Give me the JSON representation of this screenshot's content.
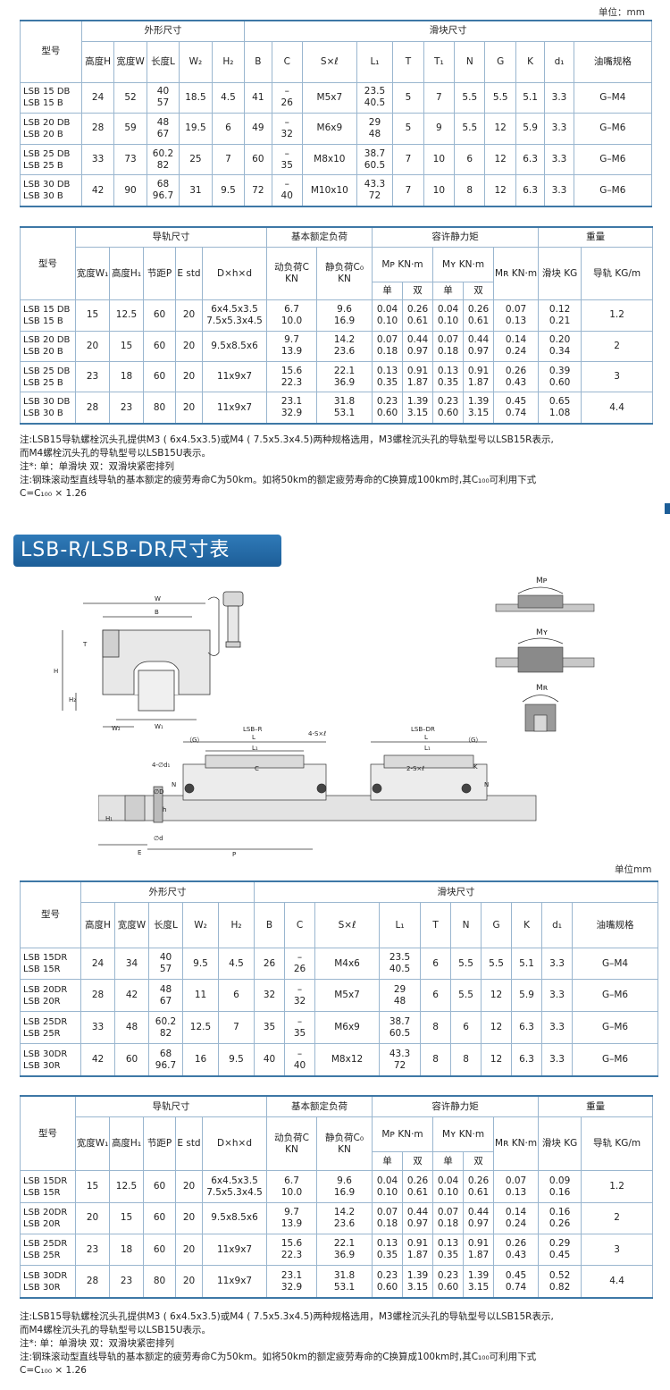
{
  "unit_top": "单位：mm",
  "unit_mid": "单位mm",
  "tables": {
    "t1": {
      "headers": {
        "model": "型号",
        "outer": "外形尺寸",
        "slider": "滑块尺寸",
        "H": "高度H",
        "W": "宽度W",
        "L": "长度L",
        "W2": "W₂",
        "H2": "H₂",
        "B": "B",
        "C": "C",
        "SxL": "S×ℓ",
        "L1": "L₁",
        "T": "T",
        "T1": "T₁",
        "N": "N",
        "G": "G",
        "K": "K",
        "d1": "d₁",
        "nozzle": "油嘴规格"
      },
      "rows": [
        {
          "m1": "LSB 15 DB",
          "m2": "LSB 15 B",
          "H": "24",
          "W": "52",
          "L1v": "40",
          "L2v": "57",
          "W2": "18.5",
          "H2": "4.5",
          "B": "41",
          "C1": "–",
          "C2": "26",
          "S": "M5x7",
          "La": "23.5",
          "Lb": "40.5",
          "T": "5",
          "T1": "7",
          "N": "5.5",
          "G": "5.5",
          "K": "5.1",
          "d1": "3.3",
          "oil": "G–M4"
        },
        {
          "m1": "LSB 20 DB",
          "m2": "LSB 20 B",
          "H": "28",
          "W": "59",
          "L1v": "48",
          "L2v": "67",
          "W2": "19.5",
          "H2": "6",
          "B": "49",
          "C1": "–",
          "C2": "32",
          "S": "M6x9",
          "La": "29",
          "Lb": "48",
          "T": "5",
          "T1": "9",
          "N": "5.5",
          "G": "12",
          "K": "5.9",
          "d1": "3.3",
          "oil": "G–M6"
        },
        {
          "m1": "LSB 25 DB",
          "m2": "LSB 25 B",
          "H": "33",
          "W": "73",
          "L1v": "60.2",
          "L2v": "82",
          "W2": "25",
          "H2": "7",
          "B": "60",
          "C1": "–",
          "C2": "35",
          "S": "M8x10",
          "La": "38.7",
          "Lb": "60.5",
          "T": "7",
          "T1": "10",
          "N": "6",
          "G": "12",
          "K": "6.3",
          "d1": "3.3",
          "oil": "G–M6"
        },
        {
          "m1": "LSB 30 DB",
          "m2": "LSB 30 B",
          "H": "42",
          "W": "90",
          "L1v": "68",
          "L2v": "96.7",
          "W2": "31",
          "H2": "9.5",
          "B": "72",
          "C1": "–",
          "C2": "40",
          "S": "M10x10",
          "La": "43.3",
          "Lb": "72",
          "T": "7",
          "T1": "10",
          "N": "8",
          "G": "12",
          "K": "6.3",
          "d1": "3.3",
          "oil": "G–M6"
        }
      ]
    },
    "t2": {
      "headers": {
        "model": "型号",
        "rail": "导轨尺寸",
        "load": "基本额定负荷",
        "moment": "容许静力矩",
        "weight": "重量",
        "W1": "宽度W₁",
        "H1": "高度H₁",
        "P": "节距P",
        "E": "E std",
        "Dhd": "D×h×d",
        "C": "动负荷C KN",
        "C0": "静负荷C₀ KN",
        "MP": "Mᴘ KN·m",
        "MY": "Mʏ KN·m",
        "MR": "Mʀ KN·m",
        "block": "滑块 KG",
        "railw": "导轨 KG/m",
        "single": "单",
        "double": "双"
      },
      "rows": [
        {
          "m1": "LSB 15 DB",
          "m2": "LSB 15 B",
          "W1": "15",
          "H1": "12.5",
          "P": "60",
          "E": "20",
          "D1": "6x4.5x3.5",
          "D2": "7.5x5.3x4.5",
          "Ca": "6.7",
          "Cb": "10.0",
          "C0a": "9.6",
          "C0b": "16.9",
          "mps1": "0.04",
          "mps2": "0.10",
          "mpd1": "0.26",
          "mpd2": "0.61",
          "mys1": "0.04",
          "mys2": "0.10",
          "myd1": "0.26",
          "myd2": "0.61",
          "mr1": "0.07",
          "mr2": "0.13",
          "kg1": "0.12",
          "kg2": "0.21",
          "rail": "1.2"
        },
        {
          "m1": "LSB 20 DB",
          "m2": "LSB 20 B",
          "W1": "20",
          "H1": "15",
          "P": "60",
          "E": "20",
          "D1": "9.5x8.5x6",
          "D2": "",
          "Ca": "9.7",
          "Cb": "13.9",
          "C0a": "14.2",
          "C0b": "23.6",
          "mps1": "0.07",
          "mps2": "0.18",
          "mpd1": "0.44",
          "mpd2": "0.97",
          "mys1": "0.07",
          "mys2": "0.18",
          "myd1": "0.44",
          "myd2": "0.97",
          "mr1": "0.14",
          "mr2": "0.24",
          "kg1": "0.20",
          "kg2": "0.34",
          "rail": "2"
        },
        {
          "m1": "LSB 25 DB",
          "m2": "LSB 25 B",
          "W1": "23",
          "H1": "18",
          "P": "60",
          "E": "20",
          "D1": "11x9x7",
          "D2": "",
          "Ca": "15.6",
          "Cb": "22.3",
          "C0a": "22.1",
          "C0b": "36.9",
          "mps1": "0.13",
          "mps2": "0.35",
          "mpd1": "0.91",
          "mpd2": "1.87",
          "mys1": "0.13",
          "mys2": "0.35",
          "myd1": "0.91",
          "myd2": "1.87",
          "mr1": "0.26",
          "mr2": "0.43",
          "kg1": "0.39",
          "kg2": "0.60",
          "rail": "3"
        },
        {
          "m1": "LSB 30 DB",
          "m2": "LSB 30 B",
          "W1": "28",
          "H1": "23",
          "P": "80",
          "E": "20",
          "D1": "11x9x7",
          "D2": "",
          "Ca": "23.1",
          "Cb": "32.9",
          "C0a": "31.8",
          "C0b": "53.1",
          "mps1": "0.23",
          "mps2": "0.60",
          "mpd1": "1.39",
          "mpd2": "3.15",
          "mys1": "0.23",
          "mys2": "0.60",
          "myd1": "1.39",
          "myd2": "3.15",
          "mr1": "0.45",
          "mr2": "0.74",
          "kg1": "0.65",
          "kg2": "1.08",
          "rail": "4.4"
        }
      ]
    },
    "t3": {
      "rows": [
        {
          "m1": "LSB 15DR",
          "m2": "LSB 15R",
          "H": "24",
          "W": "34",
          "L1v": "40",
          "L2v": "57",
          "W2": "9.5",
          "H2": "4.5",
          "B": "26",
          "C1": "–",
          "C2": "26",
          "S": "M4x6",
          "La": "23.5",
          "Lb": "40.5",
          "T": "6",
          "N": "5.5",
          "G": "5.5",
          "K": "5.1",
          "d1": "3.3",
          "oil": "G–M4"
        },
        {
          "m1": "LSB 20DR",
          "m2": "LSB 20R",
          "H": "28",
          "W": "42",
          "L1v": "48",
          "L2v": "67",
          "W2": "11",
          "H2": "6",
          "B": "32",
          "C1": "–",
          "C2": "32",
          "S": "M5x7",
          "La": "29",
          "Lb": "48",
          "T": "6",
          "N": "5.5",
          "G": "12",
          "K": "5.9",
          "d1": "3.3",
          "oil": "G–M6"
        },
        {
          "m1": "LSB 25DR",
          "m2": "LSB 25R",
          "H": "33",
          "W": "48",
          "L1v": "60.2",
          "L2v": "82",
          "W2": "12.5",
          "H2": "7",
          "B": "35",
          "C1": "–",
          "C2": "35",
          "S": "M6x9",
          "La": "38.7",
          "Lb": "60.5",
          "T": "8",
          "N": "6",
          "G": "12",
          "K": "6.3",
          "d1": "3.3",
          "oil": "G–M6"
        },
        {
          "m1": "LSB 30DR",
          "m2": "LSB 30R",
          "H": "42",
          "W": "60",
          "L1v": "68",
          "L2v": "96.7",
          "W2": "16",
          "H2": "9.5",
          "B": "40",
          "C1": "–",
          "C2": "40",
          "S": "M8x12",
          "La": "43.3",
          "Lb": "72",
          "T": "8",
          "N": "8",
          "G": "12",
          "K": "6.3",
          "d1": "3.3",
          "oil": "G–M6"
        }
      ]
    },
    "t4": {
      "rows": [
        {
          "m1": "LSB 15DR",
          "m2": "LSB 15R",
          "W1": "15",
          "H1": "12.5",
          "P": "60",
          "E": "20",
          "D1": "6x4.5x3.5",
          "D2": "7.5x5.3x4.5",
          "Ca": "6.7",
          "Cb": "10.0",
          "C0a": "9.6",
          "C0b": "16.9",
          "mps1": "0.04",
          "mps2": "0.10",
          "mpd1": "0.26",
          "mpd2": "0.61",
          "mys1": "0.04",
          "mys2": "0.10",
          "myd1": "0.26",
          "myd2": "0.61",
          "mr1": "0.07",
          "mr2": "0.13",
          "kg1": "0.09",
          "kg2": "0.16",
          "rail": "1.2"
        },
        {
          "m1": "LSB 20DR",
          "m2": "LSB 20R",
          "W1": "20",
          "H1": "15",
          "P": "60",
          "E": "20",
          "D1": "9.5x8.5x6",
          "D2": "",
          "Ca": "9.7",
          "Cb": "13.9",
          "C0a": "14.2",
          "C0b": "23.6",
          "mps1": "0.07",
          "mps2": "0.18",
          "mpd1": "0.44",
          "mpd2": "0.97",
          "mys1": "0.07",
          "mys2": "0.18",
          "myd1": "0.44",
          "myd2": "0.97",
          "mr1": "0.14",
          "mr2": "0.24",
          "kg1": "0.16",
          "kg2": "0.26",
          "rail": "2"
        },
        {
          "m1": "LSB 25DR",
          "m2": "LSB 25R",
          "W1": "23",
          "H1": "18",
          "P": "60",
          "E": "20",
          "D1": "11x9x7",
          "D2": "",
          "Ca": "15.6",
          "Cb": "22.3",
          "C0a": "22.1",
          "C0b": "36.9",
          "mps1": "0.13",
          "mps2": "0.35",
          "mpd1": "0.91",
          "mpd2": "1.87",
          "mys1": "0.13",
          "mys2": "0.35",
          "myd1": "0.91",
          "myd2": "1.87",
          "mr1": "0.26",
          "mr2": "0.43",
          "kg1": "0.29",
          "kg2": "0.45",
          "rail": "3"
        },
        {
          "m1": "LSB 30DR",
          "m2": "LSB 30R",
          "W1": "28",
          "H1": "23",
          "P": "80",
          "E": "20",
          "D1": "11x9x7",
          "D2": "",
          "Ca": "23.1",
          "Cb": "32.9",
          "C0a": "31.8",
          "C0b": "53.1",
          "mps1": "0.23",
          "mps2": "0.60",
          "mpd1": "1.39",
          "mpd2": "3.15",
          "mys1": "0.23",
          "mys2": "0.60",
          "myd1": "1.39",
          "myd2": "3.15",
          "mr1": "0.45",
          "mr2": "0.74",
          "kg1": "0.52",
          "kg2": "0.82",
          "rail": "4.4"
        }
      ]
    }
  },
  "notes1": {
    "l1": "注:LSB15导轨螺栓沉头孔提供M3 ( 6x4.5x3.5)或M4 ( 7.5x5.3x4.5)两种规格选用，M3螺栓沉头孔的导轨型号以LSB15R表示,",
    "l2": "而M4螺栓沉头孔的导轨型号以LSB15U表示。",
    "l3": "注*: 单：单滑块  双：双滑块紧密排列",
    "l4": "注:钢珠滚动型直线导轨的基本额定的疲劳寿命C为50km。如将50km的额定疲劳寿命的C换算成100km时,其C₁₀₀可利用下式",
    "l5": "C=C₁₀₀ × 1.26"
  },
  "section_title": "LSB-R/LSB-DR尺寸表",
  "drawing": {
    "label_lsbr": "LSB–R",
    "label_lsbdr": "LSB–DR",
    "mp": "Mᴘ",
    "my": "Mʏ",
    "mr": "Mʀ",
    "W": "W",
    "B": "B",
    "T": "T",
    "H": "H",
    "H2": "H₂",
    "W2": "W₂",
    "W1": "W₁",
    "L": "L",
    "L1": "L₁",
    "C": "C",
    "G": "（G）",
    "SxL": "4-S×ℓ",
    "SxL2": "2-S×ℓ",
    "d1": "4-∅d₁",
    "N": "N",
    "D": "∅D",
    "K": "K",
    "H1": "H₁",
    "h": "h",
    "d": "∅d",
    "E": "E",
    "P": "P"
  }
}
